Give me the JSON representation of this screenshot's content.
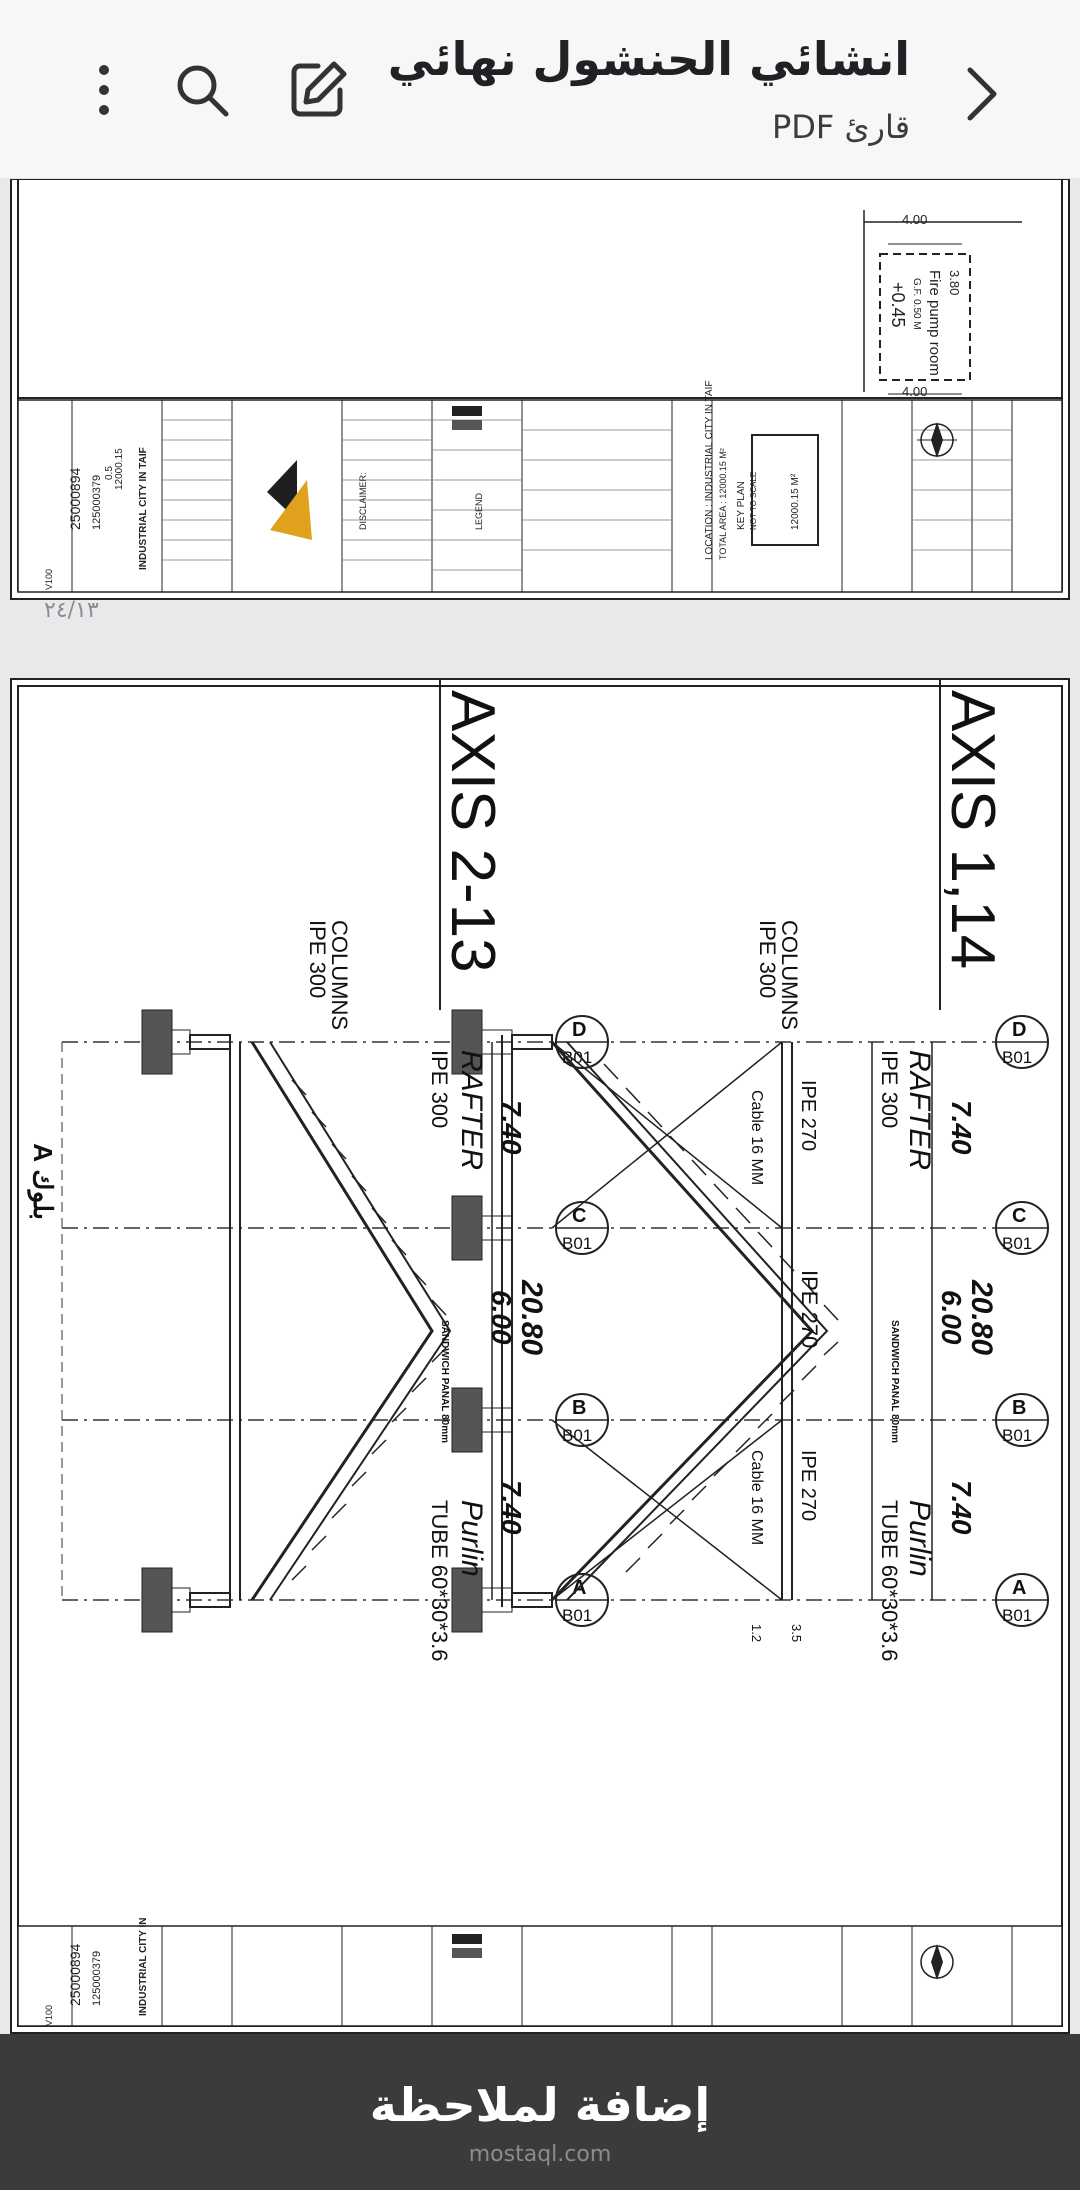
{
  "header": {
    "title": "انشائي الحنشول نهائي",
    "subtitle": "قارئ PDF",
    "back_icon": "chevron-right-icon",
    "edit_icon": "edit-icon",
    "search_icon": "search-icon",
    "menu_icon": "more-vertical-icon"
  },
  "page_indicator": "٢٤/١٣",
  "page_top": {
    "dims": [
      "4.00",
      "3.80",
      "4.00"
    ],
    "room_label": "Fire pump room",
    "room_level": "G.F. 0.50 M",
    "room_elev": "+0.45",
    "key_plan": "KEY PLAN",
    "not_to_scale": "NOT TO SCALE",
    "area_label": "12000.15 M²",
    "location_line": "LOCATION :   INDUSTRIAL CITY IN TAIF",
    "total_area_line": "TOTAL AREA :   12000.15 M²",
    "project_no": "25000894",
    "project_code": "125000379",
    "sheet_code": "V100",
    "city": "INDUSTRIAL CITY IN TAIF",
    "scale": "0.5",
    "area_val": "12000.15",
    "disclaimer": "DISCLAIMER:",
    "legend": "LEGEND"
  },
  "page_main": {
    "axis1_title": "AXIS 1,14",
    "axis2_title": "AXIS 2-13",
    "columns_label": "COLUMNS",
    "column_section": "IPE 300",
    "rafter_label": "RAFTER",
    "rafter_section": "IPE 300",
    "purlin_label": "Purlin",
    "purlin_section": "TUBE 60*30*3.6",
    "span_total": "20.80",
    "span_side": "7.40",
    "span_mid": "6.00",
    "sandwich": "SANDWICH PANAL 80mm",
    "bracing_section": "IPE 270",
    "cable": "Cable 16 MM",
    "small_dim_a": "3.5",
    "small_dim_b": "1.2",
    "block_label": "بلوك A",
    "grid": [
      {
        "letter": "D",
        "ref": "B01"
      },
      {
        "letter": "C",
        "ref": "B01"
      },
      {
        "letter": "B",
        "ref": "B01"
      },
      {
        "letter": "A",
        "ref": "B01"
      }
    ]
  },
  "page_next": {
    "project_no": "25000894",
    "project_code": "125000379",
    "sheet_code": "V100",
    "city": "INDUSTRIAL CITY IN"
  },
  "bottom_bar": {
    "label": "إضافة لملاحظة",
    "watermark": "mostaql.com"
  }
}
